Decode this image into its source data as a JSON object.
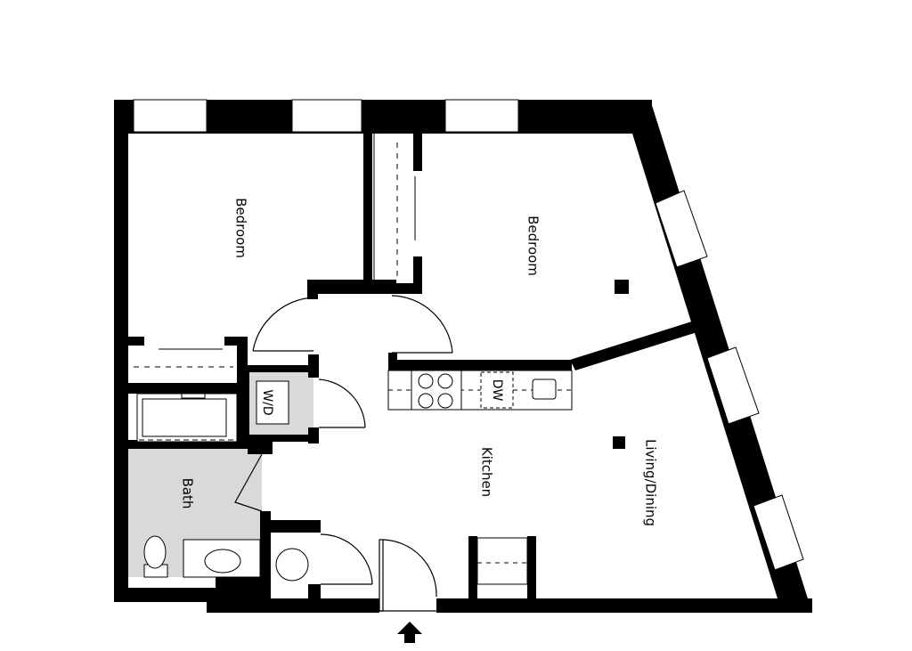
{
  "rooms": {
    "bedroom_left": "Bedroom",
    "bedroom_right": "Bedroom",
    "bath": "Bath",
    "kitchen": "Kitchen",
    "living_dining": "Living/Dining"
  },
  "fixtures": {
    "washer_dryer": "W/D",
    "dishwasher": "DW"
  },
  "icons": {
    "entry": "entry-arrow-icon"
  },
  "colors": {
    "wall": "#000000",
    "wet_area": "#d9d9d9",
    "window": "#ffffff",
    "background": "#ffffff"
  }
}
